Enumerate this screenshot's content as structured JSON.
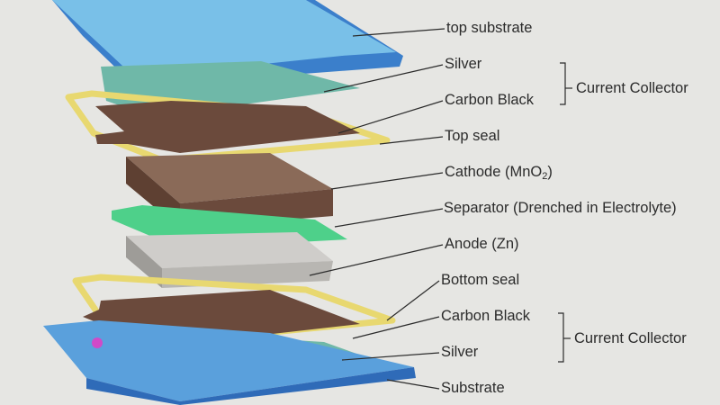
{
  "layers": {
    "top_substrate": "top substrate",
    "silver_top": "Silver",
    "carbon_black_top": "Carbon Black",
    "top_seal": "Top seal",
    "cathode_prefix": "Cathode (MnO",
    "cathode_sub": "2",
    "cathode_suffix": ")",
    "separator": "Separator (Drenched in Electrolyte)",
    "anode": "Anode (Zn)",
    "bottom_seal": "Bottom seal",
    "carbon_black_bottom": "Carbon Black",
    "silver_bottom": "Silver",
    "substrate": "Substrate"
  },
  "groups": {
    "top_collector": "Current Collector",
    "bottom_collector": "Current Collector"
  },
  "colors": {
    "substrate": "#5aa0dc",
    "silver": "#6fb8a8",
    "carbon": "#6b4a3c",
    "seal": "#e8d870",
    "separator": "#4ed08a",
    "anode": "#b8b6b2",
    "background": "#e6e6e3"
  }
}
